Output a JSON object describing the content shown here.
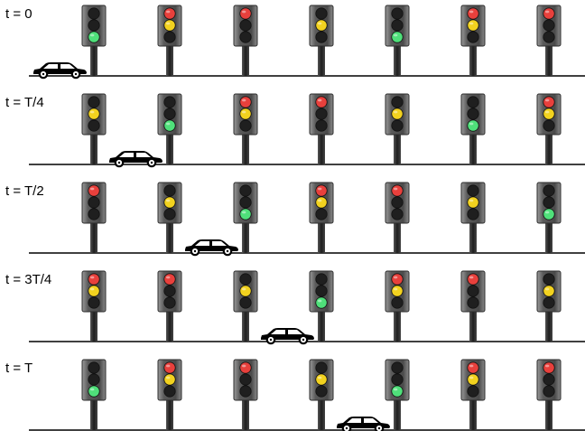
{
  "colors": {
    "red": "#e8403c",
    "yellow": "#f2d21f",
    "green": "#4fe07a",
    "off": "#1f1f1f",
    "housing": "#3a3a3a",
    "pole": "#2a2a2a",
    "road": "#000000",
    "car": "#000000"
  },
  "rows": [
    {
      "label": "t = 0",
      "car_slot": 0,
      "lights": [
        {
          "red": false,
          "yellow": false,
          "green": true
        },
        {
          "red": true,
          "yellow": true,
          "green": false
        },
        {
          "red": true,
          "yellow": false,
          "green": false
        },
        {
          "red": false,
          "yellow": true,
          "green": false
        },
        {
          "red": false,
          "yellow": false,
          "green": true
        },
        {
          "red": true,
          "yellow": true,
          "green": false
        },
        {
          "red": true,
          "yellow": false,
          "green": false
        }
      ]
    },
    {
      "label": "t = T/4",
      "car_slot": 1,
      "lights": [
        {
          "red": false,
          "yellow": true,
          "green": false
        },
        {
          "red": false,
          "yellow": false,
          "green": true
        },
        {
          "red": true,
          "yellow": true,
          "green": false
        },
        {
          "red": true,
          "yellow": false,
          "green": false
        },
        {
          "red": false,
          "yellow": true,
          "green": false
        },
        {
          "red": false,
          "yellow": false,
          "green": true
        },
        {
          "red": true,
          "yellow": true,
          "green": false
        }
      ]
    },
    {
      "label": "t = T/2",
      "car_slot": 2,
      "lights": [
        {
          "red": true,
          "yellow": false,
          "green": false
        },
        {
          "red": false,
          "yellow": true,
          "green": false
        },
        {
          "red": false,
          "yellow": false,
          "green": true
        },
        {
          "red": true,
          "yellow": true,
          "green": false
        },
        {
          "red": true,
          "yellow": false,
          "green": false
        },
        {
          "red": false,
          "yellow": true,
          "green": false
        },
        {
          "red": false,
          "yellow": false,
          "green": true
        }
      ]
    },
    {
      "label": "t = 3T/4",
      "car_slot": 3,
      "lights": [
        {
          "red": true,
          "yellow": true,
          "green": false
        },
        {
          "red": true,
          "yellow": false,
          "green": false
        },
        {
          "red": false,
          "yellow": true,
          "green": false
        },
        {
          "red": false,
          "yellow": false,
          "green": true
        },
        {
          "red": true,
          "yellow": true,
          "green": false
        },
        {
          "red": true,
          "yellow": false,
          "green": false
        },
        {
          "red": false,
          "yellow": true,
          "green": false
        }
      ]
    },
    {
      "label": "t = T",
      "car_slot": 4,
      "lights": [
        {
          "red": false,
          "yellow": false,
          "green": true
        },
        {
          "red": true,
          "yellow": true,
          "green": false
        },
        {
          "red": true,
          "yellow": false,
          "green": false
        },
        {
          "red": false,
          "yellow": true,
          "green": false
        },
        {
          "red": false,
          "yellow": false,
          "green": true
        },
        {
          "red": true,
          "yellow": true,
          "green": false
        },
        {
          "red": true,
          "yellow": false,
          "green": false
        }
      ]
    }
  ]
}
